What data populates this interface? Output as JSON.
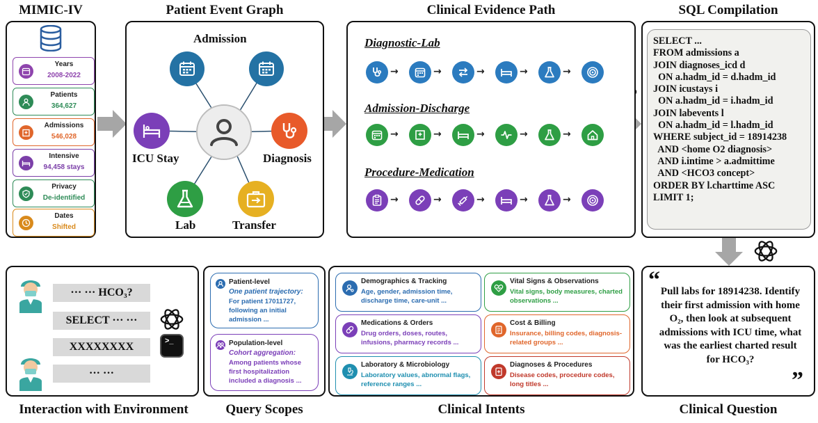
{
  "titles": {
    "mimic": "MIMIC-IV",
    "graph": "Patient Event Graph",
    "path": "Clinical Evidence Path",
    "sql": "SQL Compilation",
    "interaction": "Interaction with Environment",
    "scopes": "Query Scopes",
    "intents": "Clinical Intents",
    "question": "Clinical Question"
  },
  "mimic": {
    "stats": [
      {
        "label": "Years",
        "value": "2008-2022",
        "color": "#8e44ad",
        "icon": "calendar-icon"
      },
      {
        "label": "Patients",
        "value": "364,627",
        "color": "#2e8b57",
        "icon": "user-icon"
      },
      {
        "label": "Admissions",
        "value": "546,028",
        "color": "#e0662b",
        "icon": "hospital-icon"
      },
      {
        "label": "Intensive",
        "value": "94,458 stays",
        "color": "#7b3fa8",
        "icon": "bed-icon"
      },
      {
        "label": "Privacy",
        "value": "De-identified",
        "color": "#2e8b57",
        "icon": "shield-icon"
      },
      {
        "label": "Dates",
        "value": "Shifted",
        "color": "#d98a1c",
        "icon": "clock-icon"
      }
    ]
  },
  "graph": {
    "admission": "Admission",
    "icu": "ICU Stay",
    "diagnosis": "Diagnosis",
    "lab": "Lab",
    "transfer": "Transfer"
  },
  "paths": [
    {
      "title": "Diagnostic-Lab",
      "color": "#2b7bbf",
      "icons": [
        "stethoscope-icon",
        "calendar-icon",
        "transfer-icon",
        "bed-icon",
        "flask-icon",
        "target-icon"
      ]
    },
    {
      "title": "Admission-Discharge",
      "color": "#2e9e44",
      "icons": [
        "calendar-icon",
        "hospital-icon",
        "bed-icon",
        "pulse-icon",
        "flask-icon",
        "home-icon"
      ]
    },
    {
      "title": "Procedure-Medication",
      "color": "#7b3fb8",
      "icons": [
        "clipboard-icon",
        "pill-icon",
        "syringe-icon",
        "bed-icon",
        "flask-icon",
        "target-icon"
      ]
    }
  ],
  "sql": {
    "lines": [
      "SELECT ...",
      "FROM admissions a",
      "JOIN diagnoses_icd d",
      "  ON a.hadm_id = d.hadm_id",
      "JOIN icustays i",
      "  ON a.hadm_id = i.hadm_id",
      "JOIN labevents l",
      "  ON a.hadm_id = l.hadm_id",
      "WHERE subject_id = 18914238",
      "  AND <home O2 diagnosis>",
      "  AND i.intime > a.admittime",
      "  AND <HCO3 concept>",
      "ORDER BY l.charttime ASC",
      "LIMIT 1;"
    ]
  },
  "interaction": {
    "bars": [
      "··· ··· HCO₃?",
      "SELECT ··· ···",
      "XXXXXXXX",
      "··· ···"
    ],
    "terminal_prompt": ">_"
  },
  "scopes": [
    {
      "title": "Patient-level",
      "subtitle": "One patient trajectory:",
      "body": "For patient 17011727, following an initial admission ...",
      "color": "#2b6cb0"
    },
    {
      "title": "Population-level",
      "subtitle": "Cohort aggregation:",
      "body": "Among patients whose first hospitalization included a diagnosis ...",
      "color": "#7b3fb8"
    }
  ],
  "intents": [
    {
      "title": "Demographics & Tracking",
      "body": "Age, gender, admission time, discharge time, care-unit ...",
      "color": "#2b6cb0",
      "icon": "user-search-icon"
    },
    {
      "title": "Vital Signs & Observations",
      "body": "Vital signs, body measures, charted observations ...",
      "color": "#2e9e44",
      "icon": "heart-pulse-icon"
    },
    {
      "title": "Medications & Orders",
      "body": "Drug orders, doses, routes, infusions, pharmacy records ...",
      "color": "#7b3fb8",
      "icon": "pill-icon"
    },
    {
      "title": "Cost & Billing",
      "body": "Insurance, billing codes, diagnosis-related groups ...",
      "color": "#e0662b",
      "icon": "invoice-icon"
    },
    {
      "title": "Laboratory & Microbiology",
      "body": "Laboratory values, abnormal flags, reference ranges ...",
      "color": "#1f8fb0",
      "icon": "microscope-icon"
    },
    {
      "title": "Diagnoses & Procedures",
      "body": "Disease codes, procedure codes, long titles ...",
      "color": "#c0392b",
      "icon": "medical-file-icon"
    }
  ],
  "question": {
    "open_quote": "“",
    "close_quote": "”",
    "text": "Pull labs for 18914238. Identify their first admission with home O₂, then look at subsequent admissions with ICU time, what was the earliest charted result for HCO₃?"
  }
}
